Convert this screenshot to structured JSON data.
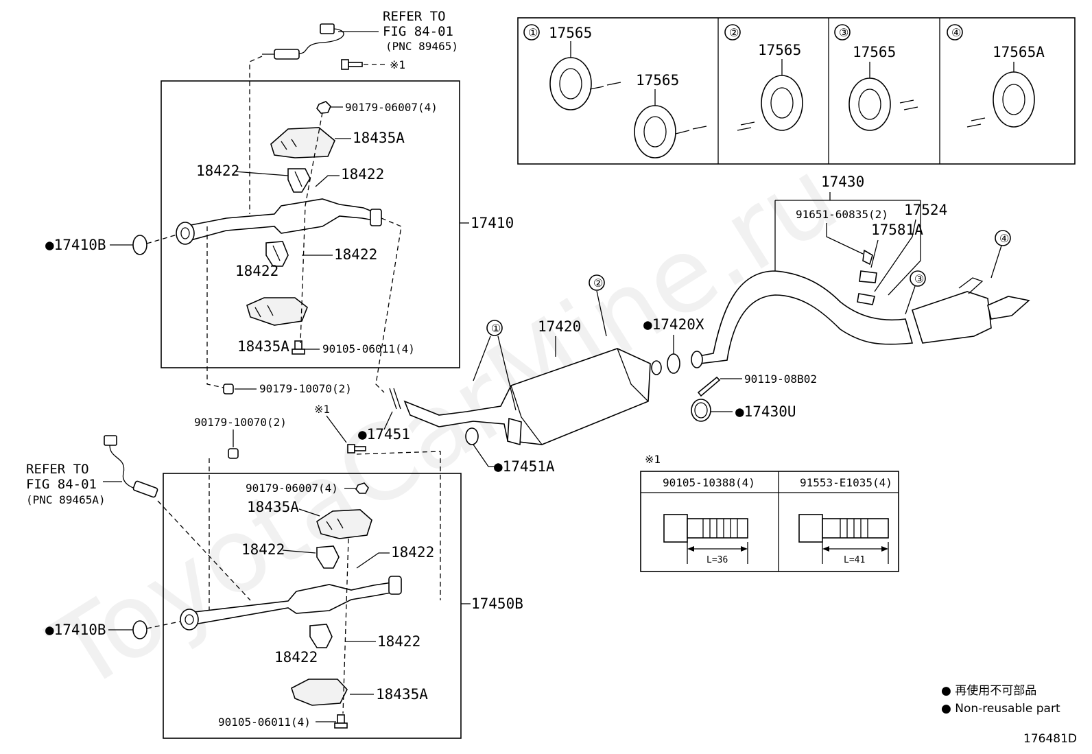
{
  "watermark": "ToyotaCarMine.ru",
  "figure_id": "176481D",
  "legend": {
    "jp": "● 再使用不可部品",
    "en": "● Non-reusable part"
  },
  "refs": {
    "top_line1": "REFER TO",
    "top_line2": "FIG 84-01",
    "top_line3": "(PNC 89465)",
    "bot_line1": "REFER TO",
    "bot_line2": "FIG 84-01",
    "bot_line3": "(PNC 89465A)"
  },
  "markers": {
    "note1": "※1",
    "circled": [
      "①",
      "②",
      "③",
      "④"
    ]
  },
  "parts": {
    "p90179_06007_4": "90179-06007(4)",
    "p18435A": "18435A",
    "p18422": "18422",
    "p17410": "17410",
    "p17410B": "●17410B",
    "p90105_06011_4": "90105-06011(4)",
    "p90179_10070_2": "90179-10070(2)",
    "p17451": "●17451",
    "p17451A": "●17451A",
    "p17420": "17420",
    "p17420X": "●17420X",
    "p90119_08B02": "90119-08B02",
    "p17430U": "●17430U",
    "p17430": "17430",
    "p91651_60835_2": "91651-60835(2)",
    "p17524": "17524",
    "p17581A": "17581A",
    "p17450B": "17450B"
  },
  "hanger_table": {
    "cells": [
      {
        "num": "①",
        "labels": [
          "17565",
          "17565"
        ]
      },
      {
        "num": "②",
        "labels": [
          "17565"
        ]
      },
      {
        "num": "③",
        "labels": [
          "17565"
        ]
      },
      {
        "num": "④",
        "labels": [
          "17565A"
        ]
      }
    ]
  },
  "bolt_table": {
    "note": "※1",
    "headers": [
      "90105-10388(4)",
      "91553-E1035(4)"
    ],
    "lengths": [
      "L=36",
      "L=41"
    ]
  }
}
